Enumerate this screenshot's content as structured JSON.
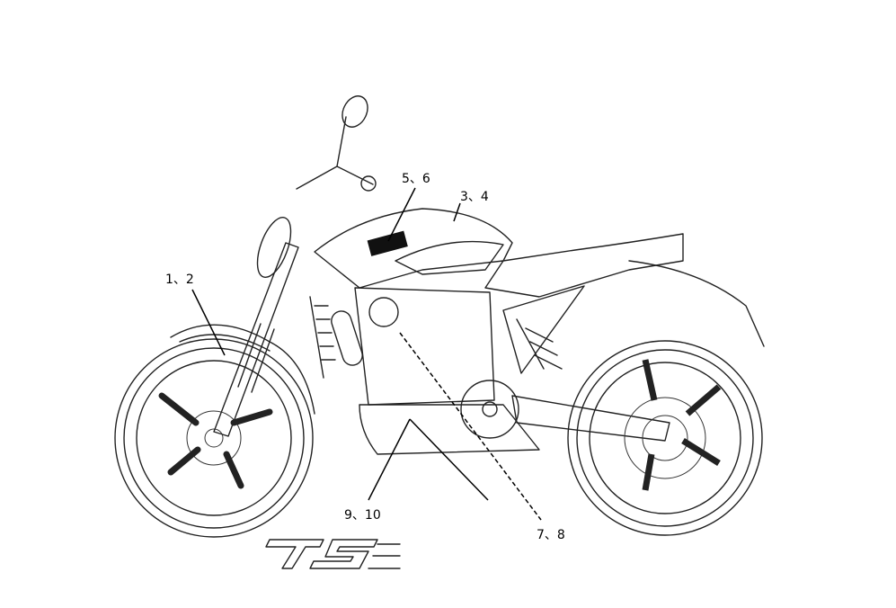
{
  "diagram": {
    "subject": "motorcycle",
    "callouts": [
      {
        "id": "c12",
        "text": "1、2"
      },
      {
        "id": "c34",
        "text": "3、4"
      },
      {
        "id": "c56",
        "text": "5、6"
      },
      {
        "id": "c78",
        "text": "7、8"
      },
      {
        "id": "c910",
        "text": "9、10"
      }
    ],
    "logo_text": "TS"
  }
}
